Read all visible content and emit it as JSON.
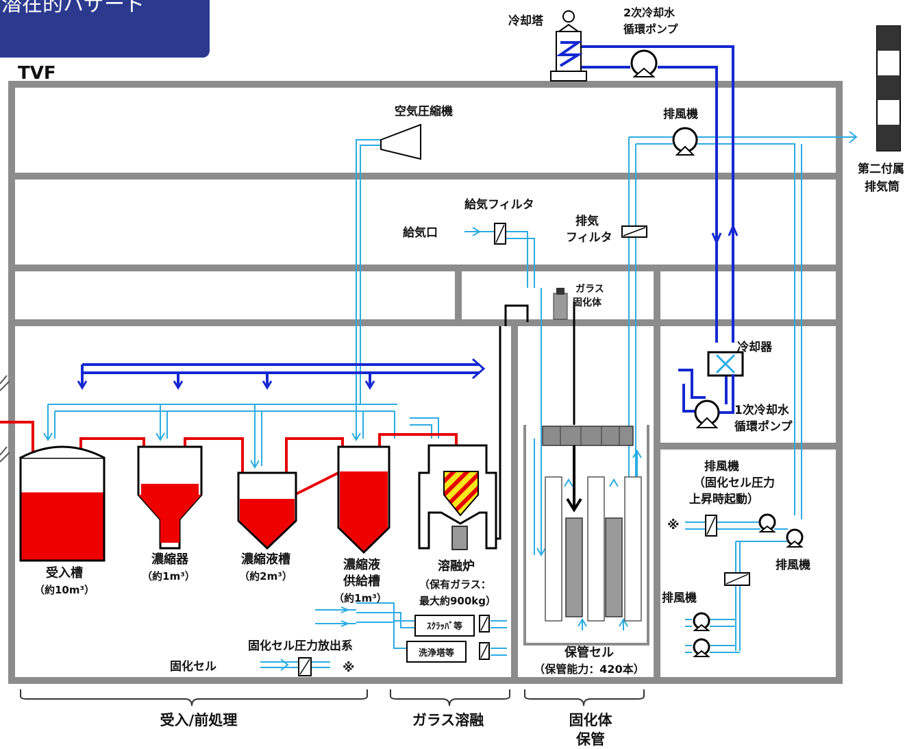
{
  "banner": {
    "title": "潜在的ハザード",
    "bg": "#2b3a8f"
  },
  "facility": "TVF",
  "colors": {
    "wall": "#8c8c8c",
    "ventilation_line": "#29abe2",
    "cooling_water_line": "#1428d2",
    "liquid_waste_line": "#e60000",
    "liquid": "#ee0000",
    "melter_glass": "#f7e81c",
    "glass_body": "#9a9a9a"
  },
  "equipment": {
    "cooling_tower": "冷却塔",
    "secondary_pump": [
      "2次冷却水",
      "循環ポンプ"
    ],
    "air_compressor": "空気圧縮機",
    "exhaust_fan_top": "排風機",
    "stack": [
      "第二付属",
      "排気筒"
    ],
    "supply_filter": "給気フィルタ",
    "supply_inlet": "給気口",
    "exhaust_filter": [
      "排気",
      "フィルタ"
    ],
    "glass_body": [
      "ガラス",
      "固化体"
    ],
    "cooler": "冷却器",
    "primary_pump": [
      "1次冷却水",
      "循環ポンプ"
    ],
    "emergency_fan": [
      "排風機",
      "（固化セル圧力",
      "上昇時起動）"
    ],
    "exhaust_fan_right": "排風機",
    "exhaust_fan_bottom": "排風機",
    "pressure_release": "固化セル圧力放出系",
    "solidification_cell": "固化セル",
    "scrubber": "ｽｸﾗｯﾊﾞ等",
    "wash_tower": "洗浄塔等",
    "mark": "※"
  },
  "tanks": [
    {
      "name": "受入槽",
      "capacity": "（約10m³）",
      "fill": 0.66
    },
    {
      "name": "濃縮器",
      "capacity": "（約1m³）",
      "fill": 0.55
    },
    {
      "name": "濃縮液槽",
      "capacity": "（約2m³）",
      "fill": 0.62
    },
    {
      "name": "濃縮液",
      "name2": "供給槽",
      "capacity": "（約1m³）",
      "fill": 0.82
    }
  ],
  "melter": {
    "name": "溶融炉",
    "detail1": "（保有ガラス：",
    "detail2": "最大約900kg）"
  },
  "storage_cell": {
    "name": "保管セル",
    "capacity": "（保管能力：420本）"
  },
  "sections": [
    {
      "label": "受入/前処理"
    },
    {
      "label": "ガラス溶融"
    },
    {
      "label": "固化体",
      "label2": "保管"
    }
  ]
}
